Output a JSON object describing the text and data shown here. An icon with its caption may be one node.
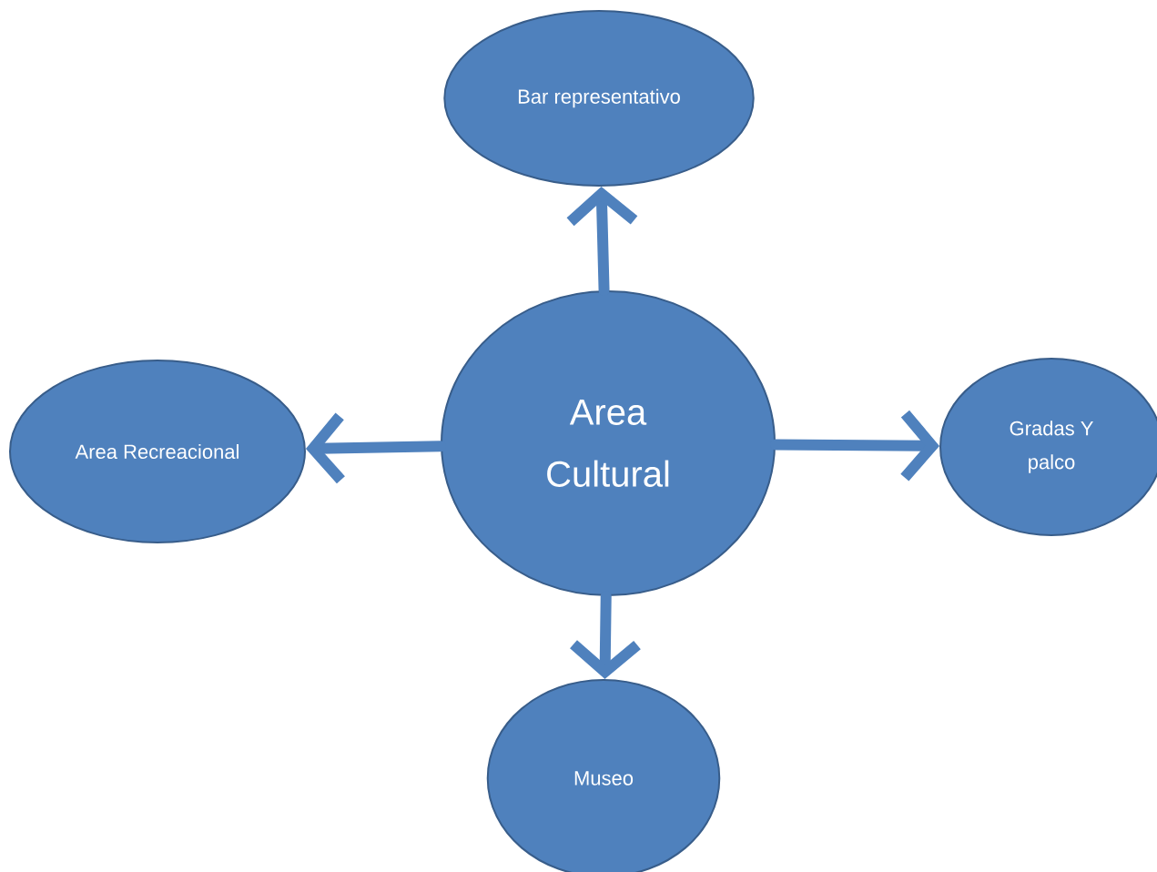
{
  "diagram": {
    "nodes": [
      {
        "text": [
          "Area Cultural"
        ]
      },
      {
        "text": [
          "Bar representativo"
        ]
      },
      {
        "text": [
          "Area Recreacional"
        ]
      },
      {
        "text": [
          "Gradas Y palco"
        ]
      },
      {
        "text": [
          "Museo"
        ]
      }
    ],
    "edges": [
      {
        "from": 0,
        "to": 1,
        "arrow": "to"
      },
      {
        "from": 0,
        "to": 2,
        "arrow": "to"
      },
      {
        "from": 0,
        "to": 3,
        "arrow": "to"
      },
      {
        "from": 0,
        "to": 4,
        "arrow": "to"
      }
    ]
  }
}
